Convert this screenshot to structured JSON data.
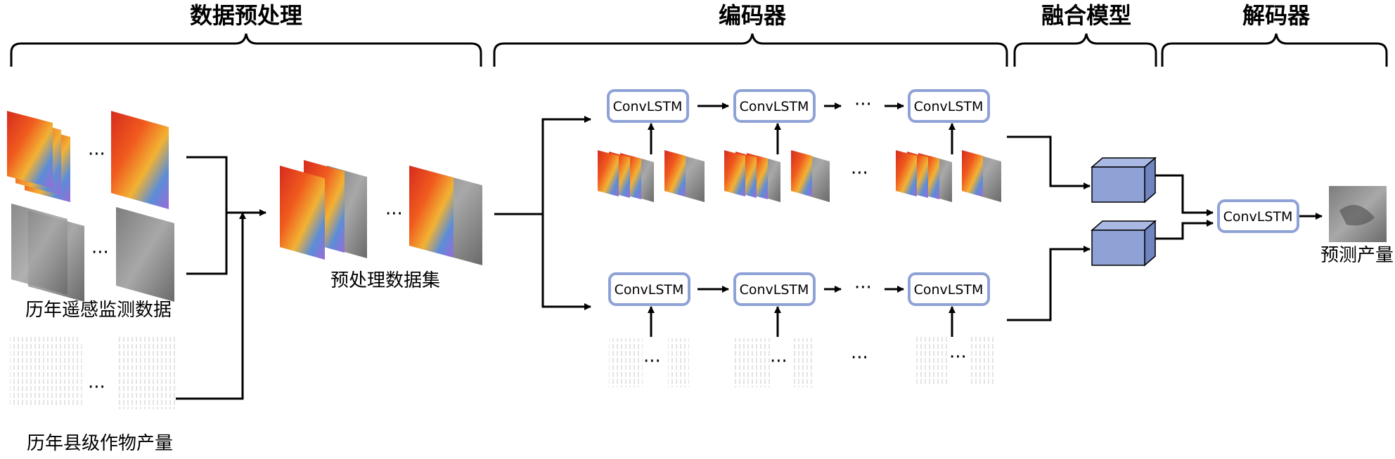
{
  "sections": {
    "preprocess": "数据预处理",
    "encoder": "编码器",
    "fusion": "融合模型",
    "decoder": "解码器"
  },
  "labels": {
    "rs_data": "历年遥感监测数据",
    "yield_data": "历年县级作物产量",
    "preprocessed": "预处理数据集",
    "prediction": "预测产量"
  },
  "cell_label": "ConvLSTM",
  "ellipsis": "···",
  "colors": {
    "box_border": "#8ea2d6",
    "cube_face": "#8ea2d6",
    "cube_top": "#a9b9e4",
    "cube_side": "#6f84c0",
    "arrow": "#000000"
  }
}
